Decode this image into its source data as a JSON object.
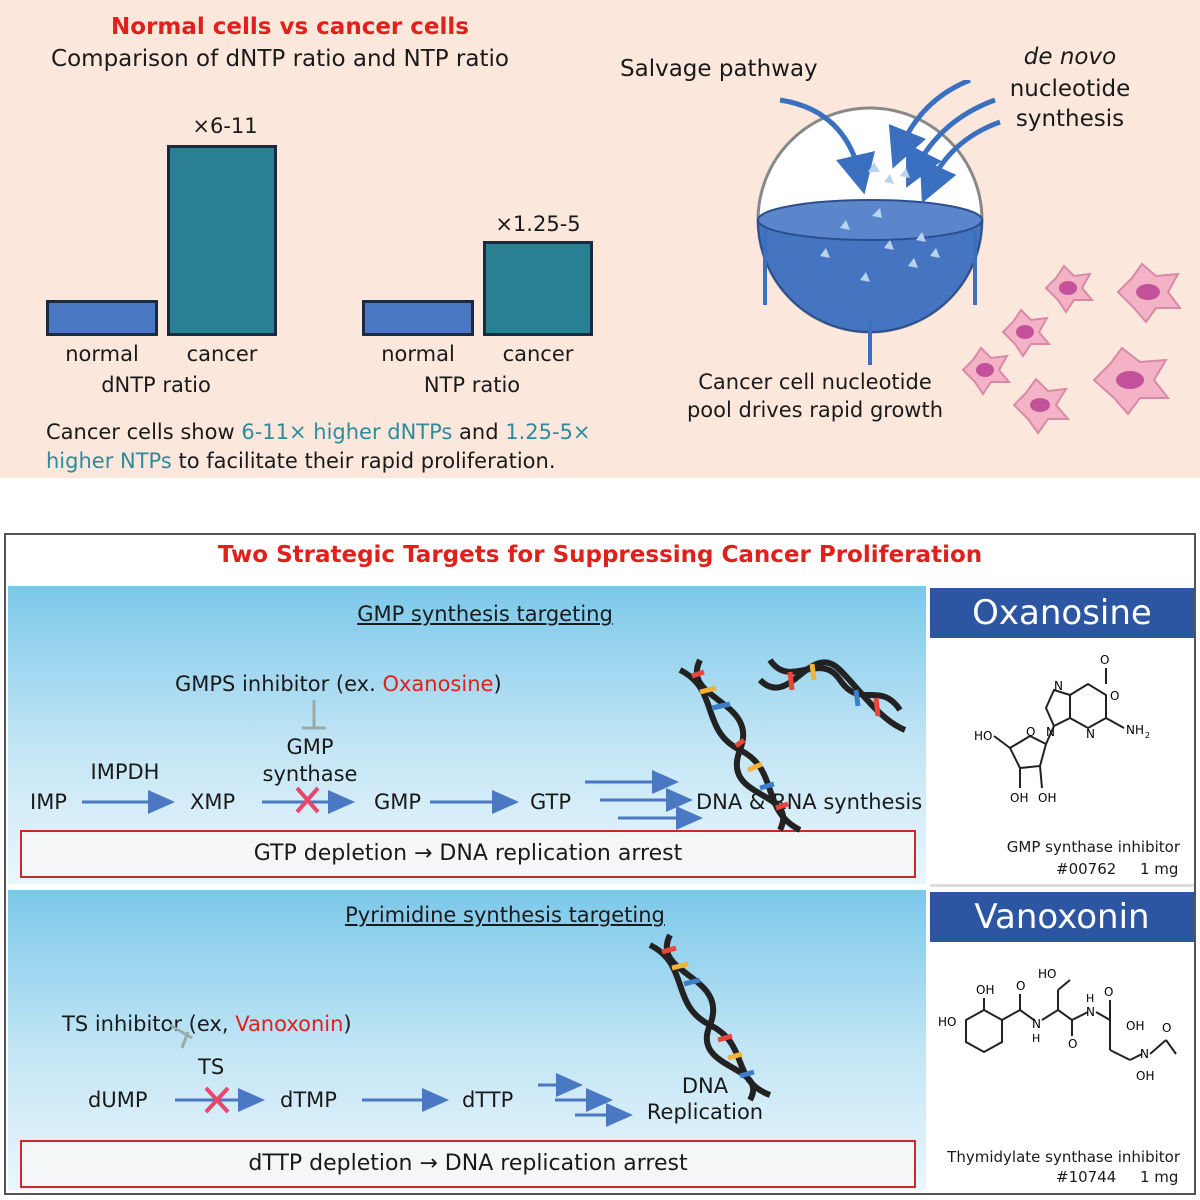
{
  "top": {
    "title": "Normal cells vs cancer cells",
    "subtitle": "Comparison of dNTP ratio and NTP ratio",
    "dntp_chart": {
      "fold_label": "×6-11",
      "normal_label": "normal",
      "cancer_label": "cancer",
      "axis_label": "dNTP ratio"
    },
    "ntp_chart": {
      "fold_label": "×1.25-5",
      "normal_label": "normal",
      "cancer_label": "cancer",
      "axis_label": "NTP ratio"
    },
    "summary": {
      "part1": "Cancer cells show ",
      "part2": "6-11× higher dNTPs",
      "part3": " and ",
      "part4": "1.25-5×",
      "part5": "higher NTPs",
      "part6": " to facilitate their rapid proliferation."
    },
    "salvage_label": "Salvage pathway",
    "denovo_label1": "de novo",
    "denovo_label2": "nucleotide",
    "denovo_label3": "synthesis",
    "pool_label1": "Cancer cell nucleotide",
    "pool_label2": "pool drives rapid growth"
  },
  "bottom": {
    "title": "Two Strategic Targets for Suppressing Cancer Proliferation",
    "gmp": {
      "heading": "GMP synthesis targeting",
      "inhibitor_prefix": "GMPS inhibitor   (ex. ",
      "inhibitor_name": "Oxanosine",
      "inhibitor_suffix": ")",
      "enzyme_impdh": "IMPDH",
      "enzyme_gmp1": "GMP",
      "enzyme_gmp2": "synthase",
      "imp": "IMP",
      "xmp": "XMP",
      "gmp": "GMP",
      "gtp": "GTP",
      "output": "DNA & RNA synthesis",
      "result": "GTP depletion →  DNA replication arrest"
    },
    "pyr": {
      "heading": "Pyrimidine synthesis targeting",
      "inhibitor_prefix": "TS inhibitor (ex, ",
      "inhibitor_name": "Vanoxonin",
      "inhibitor_suffix": ")",
      "enzyme_ts": "TS",
      "dump": "dUMP",
      "dtmp": "dTMP",
      "dttp": "dTTP",
      "output1": "DNA",
      "output2": "Replication",
      "result": "dTTP depletion →  DNA replication arrest"
    },
    "oxanosine": {
      "name": "Oxanosine",
      "caption1": "GMP synthase inhibitor",
      "catalog": "#00762",
      "amount": "1 mg",
      "atoms": {
        "o_top": "O",
        "n1": "N",
        "n2": "N",
        "n3": "N",
        "o_ring": "O",
        "nh2": "NH",
        "nh2_sub": "2",
        "ho": "HO",
        "oh1": "OH",
        "oh2": "OH",
        "o_sugar": "O"
      }
    },
    "vanoxonin": {
      "name": "Vanoxonin",
      "caption1": "Thymidylate synthase inhibitor",
      "catalog": "#10744",
      "amount": "1 mg",
      "atoms": {
        "ho_ring": "HO",
        "oh_ring": "OH",
        "o1": "O",
        "n1": "N",
        "h1": "H",
        "ho_top": "HO",
        "o2": "O",
        "n2": "N",
        "h2": "H",
        "o3": "O",
        "oh_acid": "OH",
        "o4": "O",
        "n3": "N",
        "oh_n": "OH"
      }
    }
  },
  "colors": {
    "title_red": "#e0201b",
    "teal": "#2e8b9c",
    "label_blue": "#2c55a2",
    "normal_bar": "#4a78c2",
    "cancer_bar": "#2a7f93",
    "top_bg": "#fbe7dc"
  }
}
